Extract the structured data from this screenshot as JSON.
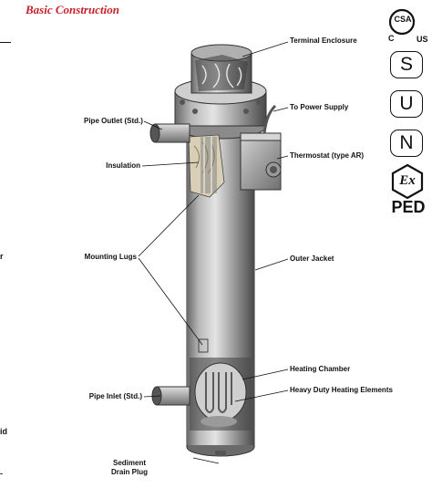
{
  "heading": "Basic Construction",
  "labels": {
    "terminal_enclosure": "Terminal Enclosure",
    "to_power_supply": "To Power Supply",
    "pipe_outlet": "Pipe Outlet (Std.)",
    "thermostat": "Thermostat (type AR)",
    "insulation": "Insulation",
    "mounting_lugs": "Mounting Lugs",
    "outer_jacket": "Outer Jacket",
    "heating_chamber": "Heating Chamber",
    "heavy_duty_heating_elements": "Heavy Duty Heating Elements",
    "pipe_inlet": "Pipe Inlet (Std.)",
    "sediment_drain_plug_line1": "Sediment",
    "sediment_drain_plug_line2": "Drain Plug"
  },
  "left_edge_fragments": [
    "r",
    "id",
    "-"
  ],
  "certifications": {
    "csa_text": "CSA",
    "csa_c": "C",
    "csa_us": "US",
    "marks": [
      "S",
      "U",
      "N"
    ],
    "ex_text": "Ex",
    "ped": "PED"
  },
  "colors": {
    "heading": "#c8202a",
    "metal_light": "#d8d8d8",
    "metal_dark": "#5a5a5a",
    "ink": "#111111"
  }
}
